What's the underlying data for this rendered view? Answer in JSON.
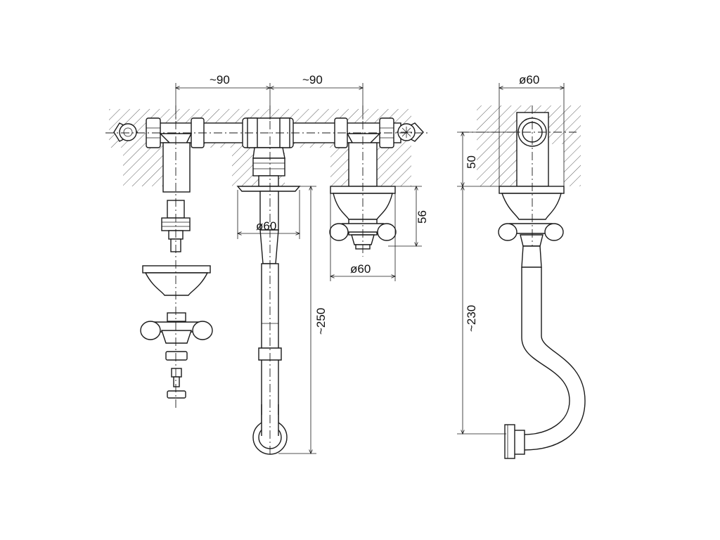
{
  "dimensions": {
    "left_spacing": "~90",
    "right_spacing": "~90",
    "side_diameter": "ø60",
    "spout_rosette_diameter": "ø60",
    "handle_rosette_diameter": "ø60",
    "rosette_height": "56",
    "wall_depth": "50",
    "spout_length": "~250",
    "spout_height": "~230"
  },
  "symbols": {
    "hot_icon": "hot-water-sun-icon",
    "cold_icon": "cold-water-snowflake-icon"
  },
  "colors": {
    "line": "#1a1a1a",
    "background": "#ffffff"
  }
}
